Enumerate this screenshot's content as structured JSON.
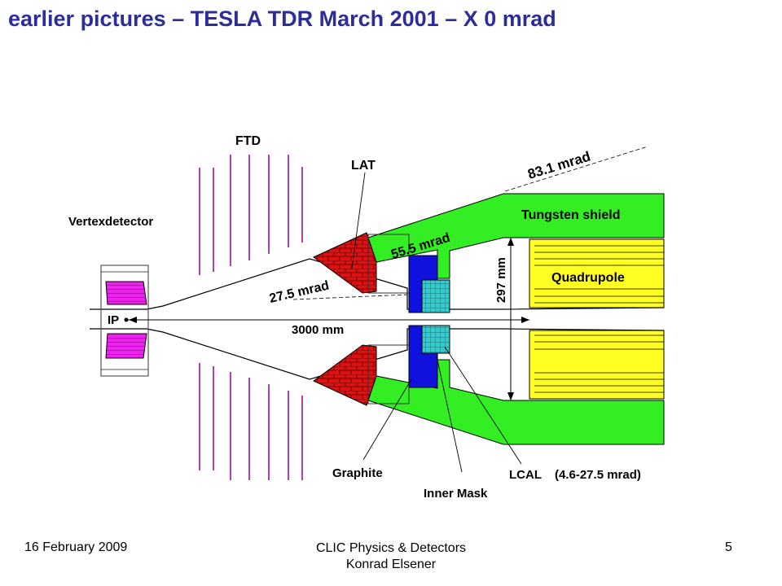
{
  "slide": {
    "title": "earlier pictures – TESLA TDR March 2001 – X 0 mrad",
    "footer": {
      "date": "16 February 2009",
      "center_line1": "CLIC Physics & Detectors",
      "center_line2": "Konrad Elsener",
      "page_number": "5"
    }
  },
  "diagram": {
    "labels": {
      "ftd": "FTD",
      "lat": "LAT",
      "vertexdetector": "Vertexdetector",
      "ip": "IP",
      "angle_831": "83.1 mrad",
      "angle_555": "55.5 mrad",
      "angle_275": "27.5 mrad",
      "length": "3000 mm",
      "height": "297 mm",
      "tungsten_shield": "Tungsten shield",
      "quadrupole": "Quadrupole",
      "graphite": "Graphite",
      "inner_mask": "Inner Mask",
      "lcal": "LCAL",
      "lcal_range": "(4.6-27.5 mrad)"
    },
    "colors": {
      "title": "#2d2d9a",
      "tungsten": "#33ee22",
      "quadrupole": "#ffff22",
      "lat": "#dd1111",
      "inner_mask": "#1111dd",
      "lcal": "#33cccc",
      "vertex": "#ee22ee",
      "ftd": "#990099"
    }
  }
}
